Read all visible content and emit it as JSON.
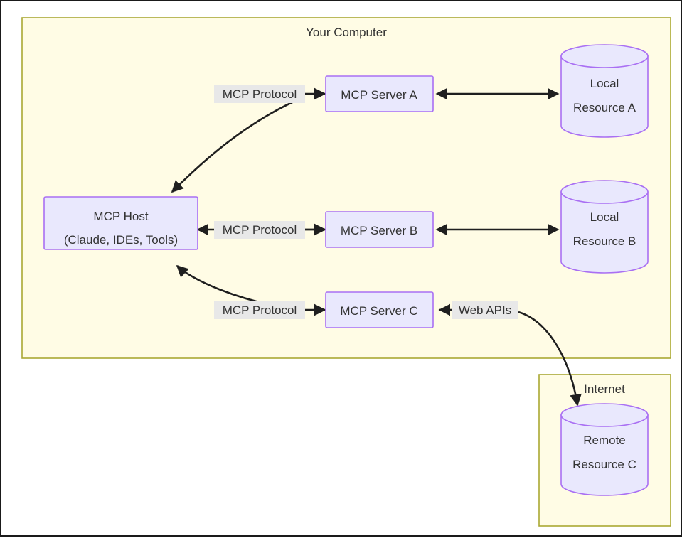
{
  "diagram": {
    "type": "architecture-flow",
    "title_visible": false,
    "colors": {
      "group_fill": "#fffce5",
      "group_stroke": "#aaa833",
      "node_fill": "#e9e8fd",
      "node_stroke": "#a96ff3",
      "edge": "#1f1f1f",
      "edge_label_bg": "#e8e8e8",
      "text": "#333333",
      "page_border": "#1a1a1a"
    },
    "groups": [
      {
        "id": "your-computer",
        "label": "Your Computer"
      },
      {
        "id": "internet",
        "label": "Internet"
      }
    ],
    "nodes": [
      {
        "id": "mcp-host",
        "shape": "rect",
        "label_line1": "MCP Host",
        "label_line2": "(Claude, IDEs, Tools)",
        "group": "your-computer"
      },
      {
        "id": "mcp-server-a",
        "shape": "rect",
        "label_line1": "MCP Server A",
        "group": "your-computer"
      },
      {
        "id": "mcp-server-b",
        "shape": "rect",
        "label_line1": "MCP Server B",
        "group": "your-computer"
      },
      {
        "id": "mcp-server-c",
        "shape": "rect",
        "label_line1": "MCP Server C",
        "group": "your-computer"
      },
      {
        "id": "local-resource-a",
        "shape": "cylinder",
        "label_line1": "Local",
        "label_line2": "Resource A",
        "group": "your-computer"
      },
      {
        "id": "local-resource-b",
        "shape": "cylinder",
        "label_line1": "Local",
        "label_line2": "Resource B",
        "group": "your-computer"
      },
      {
        "id": "remote-resource-c",
        "shape": "cylinder",
        "label_line1": "Remote",
        "label_line2": "Resource C",
        "group": "internet"
      }
    ],
    "edges": [
      {
        "id": "host-to-server-a",
        "from": "mcp-host",
        "to": "mcp-server-a",
        "label": "MCP Protocol",
        "style": "curved",
        "arrows": "both"
      },
      {
        "id": "host-to-server-b",
        "from": "mcp-host",
        "to": "mcp-server-b",
        "label": "MCP Protocol",
        "style": "straight",
        "arrows": "both"
      },
      {
        "id": "host-to-server-c",
        "from": "mcp-host",
        "to": "mcp-server-c",
        "label": "MCP Protocol",
        "style": "curved",
        "arrows": "both"
      },
      {
        "id": "server-a-to-local-a",
        "from": "mcp-server-a",
        "to": "local-resource-a",
        "label": "",
        "style": "straight",
        "arrows": "both"
      },
      {
        "id": "server-b-to-local-b",
        "from": "mcp-server-b",
        "to": "local-resource-b",
        "label": "",
        "style": "straight",
        "arrows": "both"
      },
      {
        "id": "server-c-to-remote-c",
        "from": "mcp-server-c",
        "to": "remote-resource-c",
        "label": "Web APIs",
        "style": "curved",
        "arrows": "both"
      }
    ],
    "edge_labels": {
      "mcp_protocol": "MCP Protocol",
      "web_apis": "Web APIs"
    }
  }
}
